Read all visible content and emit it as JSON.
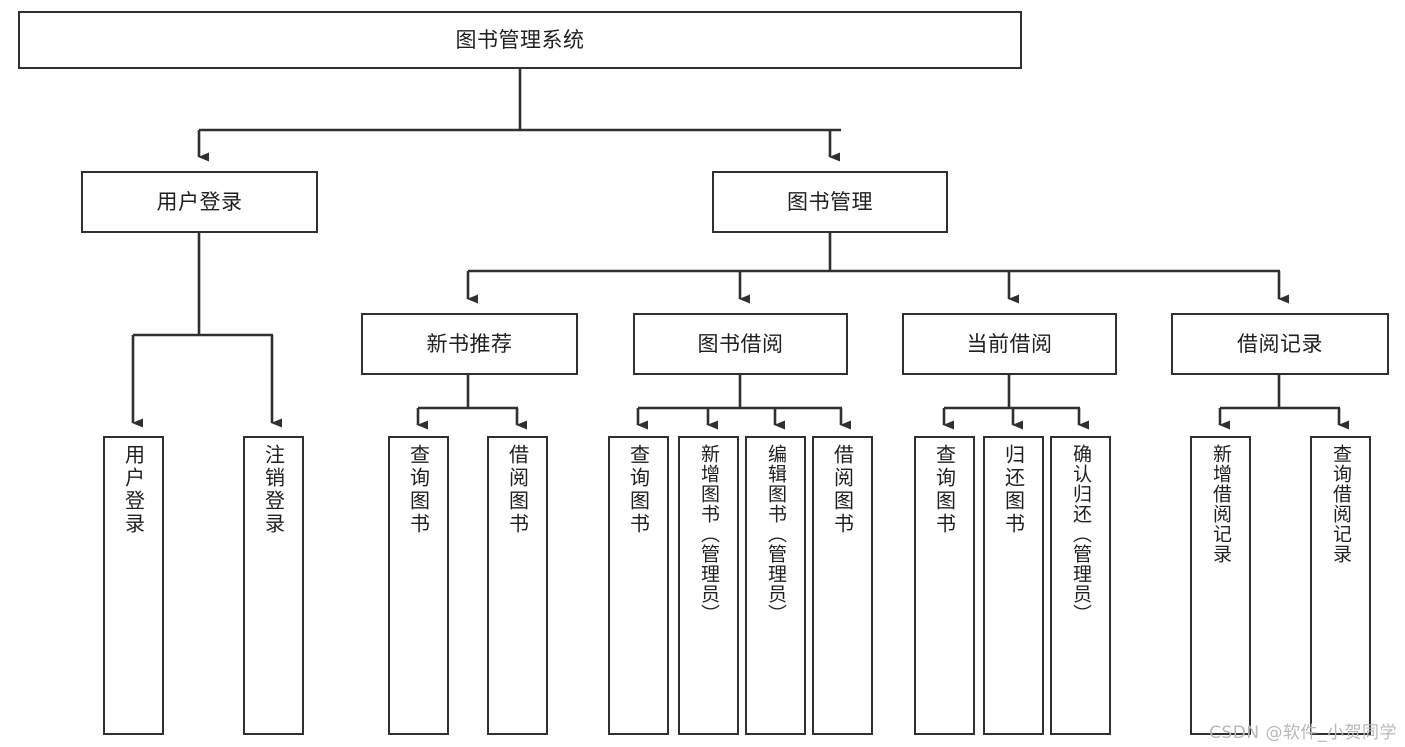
{
  "diagram": {
    "title": "图书管理系统",
    "type": "hierarchy-tree",
    "colors": {
      "stroke": "#303030",
      "fill": "#ffffff",
      "text": "#1f1f1f",
      "watermark": "#b8b8b8"
    },
    "root": {
      "label": "图书管理系统"
    },
    "level1": [
      {
        "label": "用户登录"
      },
      {
        "label": "图书管理"
      }
    ],
    "level2": [
      {
        "label": "新书推荐"
      },
      {
        "label": "图书借阅"
      },
      {
        "label": "当前借阅"
      },
      {
        "label": "借阅记录"
      }
    ],
    "leaves": {
      "user_login": [
        {
          "label": "用户登录"
        },
        {
          "label": "注销登录"
        }
      ],
      "new_book_recommend": [
        {
          "label": "查询图书"
        },
        {
          "label": "借阅图书"
        }
      ],
      "book_borrow": [
        {
          "label": "查询图书"
        },
        {
          "label": "新增图书（管理员）"
        },
        {
          "label": "编辑图书（管理员）"
        },
        {
          "label": "借阅图书"
        }
      ],
      "current_borrow": [
        {
          "label": "查询图书"
        },
        {
          "label": "归还图书"
        },
        {
          "label": "确认归还（管理员）"
        }
      ],
      "borrow_record": [
        {
          "label": "新增借阅记录"
        },
        {
          "label": "查询借阅记录"
        }
      ]
    },
    "watermark": "CSDN @软件_小贺同学"
  }
}
